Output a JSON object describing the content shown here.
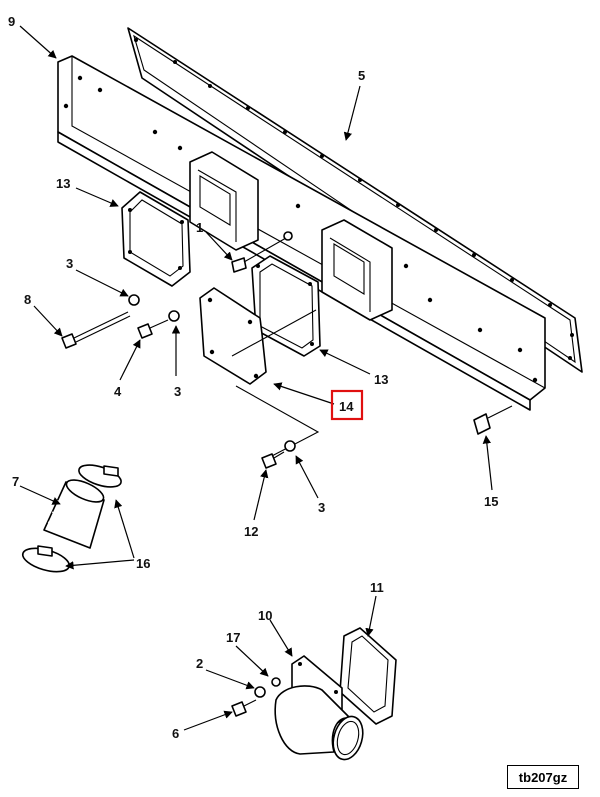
{
  "diagram": {
    "callouts": {
      "c1": "1",
      "c2": "2",
      "c3a": "3",
      "c3b": "3",
      "c3c": "3",
      "c4": "4",
      "c5": "5",
      "c6": "6",
      "c7": "7",
      "c8": "8",
      "c9": "9",
      "c10": "10",
      "c11": "11",
      "c12": "12",
      "c13a": "13",
      "c13b": "13",
      "c14": "14",
      "c15": "15",
      "c16": "16",
      "c17": "17"
    },
    "highlighted_callout": "14",
    "highlight_color": "#e01010",
    "figure_id": "tb207gz"
  }
}
